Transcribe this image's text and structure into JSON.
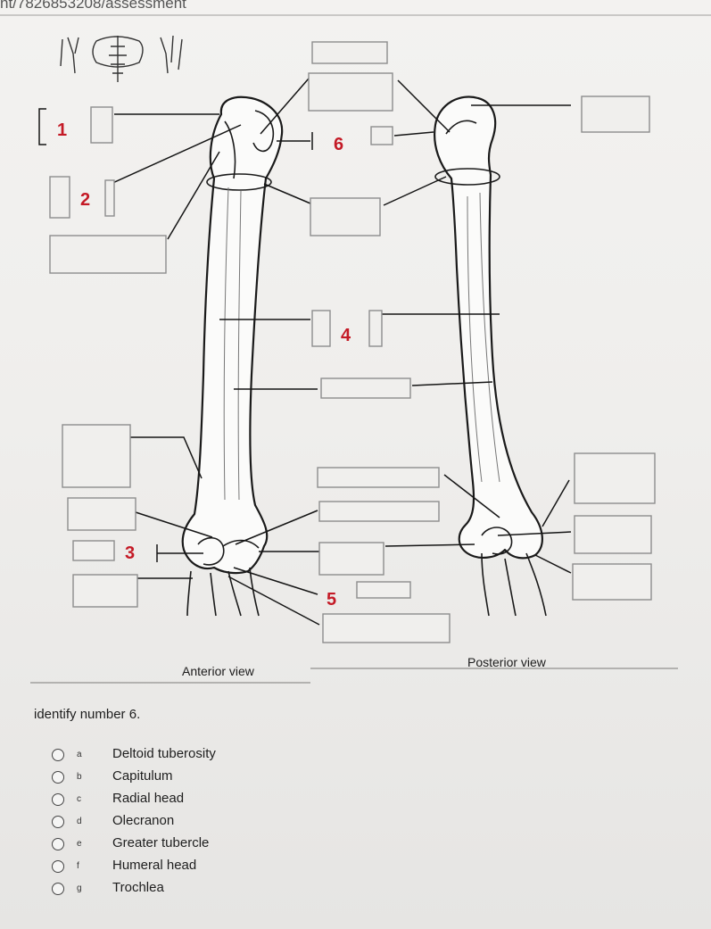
{
  "browser": {
    "url_fragment": "nt/7826853208/assessment"
  },
  "diagram": {
    "labels": {
      "n1": "1",
      "n2": "2",
      "n3": "3",
      "n4": "4",
      "n5": "5",
      "n6": "6"
    },
    "anterior_caption": "Anterior view",
    "posterior_caption": "Posterior view"
  },
  "question": {
    "prompt": "identify number 6.",
    "options": [
      {
        "letter": "a",
        "text": "Deltoid tuberosity"
      },
      {
        "letter": "b",
        "text": "Capitulum"
      },
      {
        "letter": "c",
        "text": "Radial head"
      },
      {
        "letter": "d",
        "text": "Olecranon"
      },
      {
        "letter": "e",
        "text": "Greater tubercle"
      },
      {
        "letter": "f",
        "text": "Humeral head"
      },
      {
        "letter": "g",
        "text": "Trochlea"
      }
    ]
  }
}
